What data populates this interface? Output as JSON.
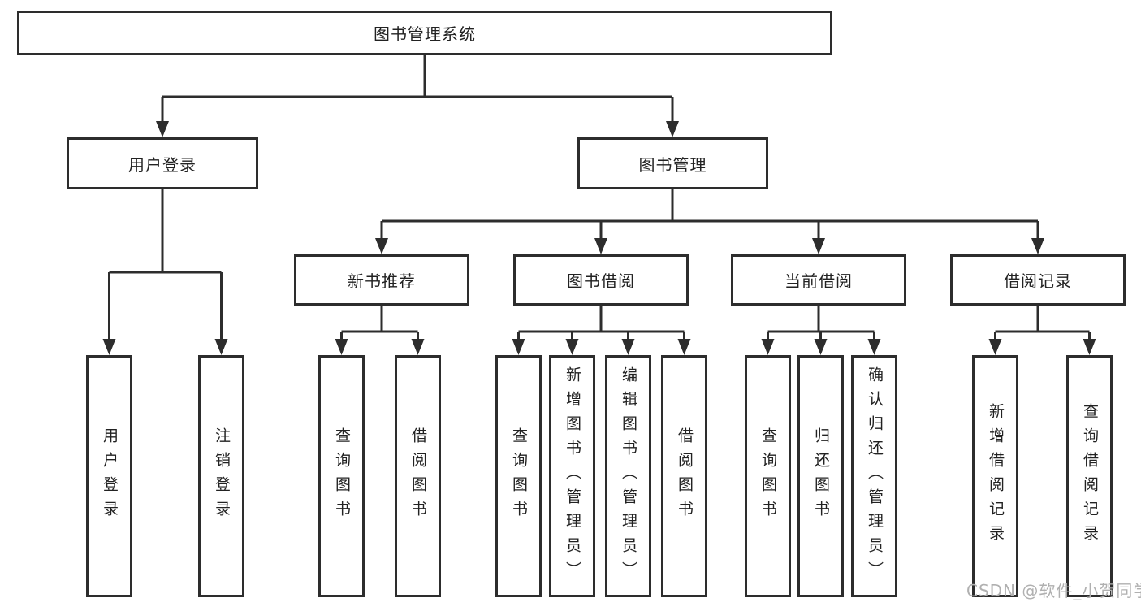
{
  "nodes": {
    "root": "图书管理系统",
    "level2": [
      "用户登录",
      "图书管理"
    ],
    "level3": [
      "新书推荐",
      "图书借阅",
      "当前借阅",
      "借阅记录"
    ],
    "leaves": [
      "用户登录",
      "注销登录",
      "查询图书",
      "借阅图书",
      "查询图书",
      "新增图书（管理员）",
      "编辑图书（管理员）",
      "借阅图书",
      "查询图书",
      "归还图书",
      "确认归还（管理员）",
      "新增借阅记录",
      "查询借阅记录"
    ]
  },
  "watermark": "CSDN @软件_小贺同学",
  "colors": {
    "line": "#2d2d2d",
    "text": "#222222",
    "watermark": "#b0b0b0",
    "background": "#ffffff"
  }
}
